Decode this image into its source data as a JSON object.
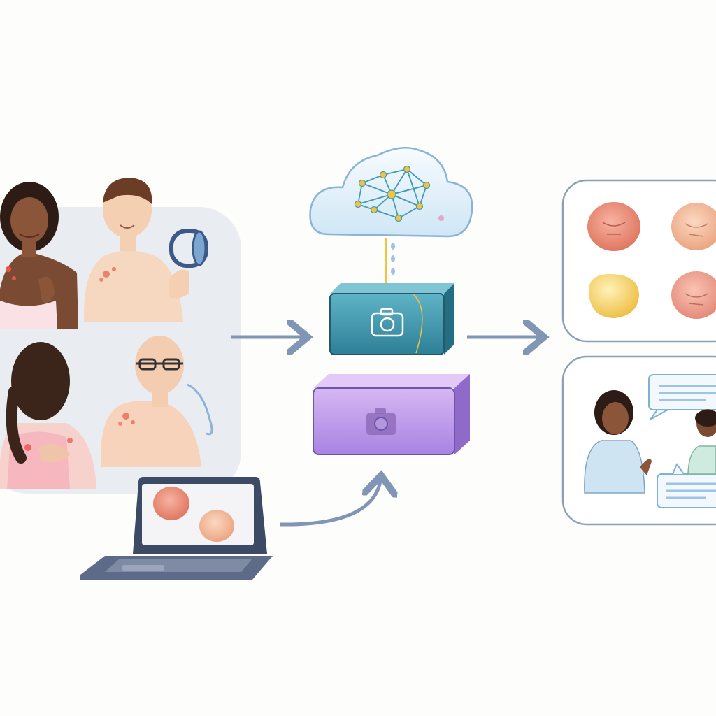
{
  "diagram": {
    "type": "skin-image-ai-workflow",
    "colors": {
      "background": "#fdfdfc",
      "panel_fill": "#e9edf2",
      "panel_stroke": "#8ea0b8",
      "arrow": "#8195b5",
      "cloud_fill": "#e6f2fb",
      "cloud_stroke": "#8bb3d6",
      "network_node": "#f3c33d",
      "network_edge": "#3f9ab3",
      "box_teal_top": "#5fb3c6",
      "box_teal_bottom": "#2d7f97",
      "box_purple_top": "#d6b7f2",
      "box_purple_bottom": "#a983e2",
      "lesion_red": "#e9856f",
      "lesion_peach": "#f0b18c",
      "lesion_yellow": "#f3cd58",
      "laptop": "#3c4a66"
    },
    "nodes": {
      "patients": {
        "count": 4,
        "icon": "patient-photos-icon"
      },
      "laptop": {
        "icon": "laptop-icon",
        "lesion_count": 2
      },
      "cloud": {
        "icon": "cloud-neural-network-icon"
      },
      "device_top": {
        "icon": "camera-icon"
      },
      "device_bottom": {
        "icon": "camera-icon"
      },
      "results": {
        "lesion_count": 4,
        "icon": "lesion-grid-icon"
      },
      "consultation": {
        "icon": "doctor-patient-chat-icon"
      }
    }
  }
}
